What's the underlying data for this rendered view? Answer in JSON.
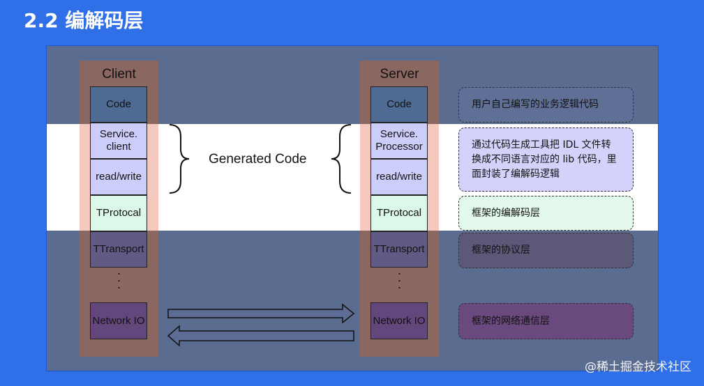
{
  "slide": {
    "title": "2.2 编解码层"
  },
  "client": {
    "label": "Client",
    "layers": [
      "Code",
      "Service.\nclient",
      "read/write",
      "TProtocal",
      "TTransport",
      "Network IO"
    ],
    "dots": "·\n·\n·"
  },
  "server": {
    "label": "Server",
    "layers": [
      "Code",
      "Service.\nProcessor",
      "read/write",
      "TProtocal",
      "TTransport",
      "Network IO"
    ],
    "dots": "·\n·\n·"
  },
  "generated": {
    "label": "Generated Code"
  },
  "notes": [
    "用户自己编写的业务逻辑代码",
    "通过代码生成工具把 IDL 文件转换成不同语言对应的 lib 代码，里面封装了编解码逻辑",
    "框架的编解码层",
    "框架的协议层",
    "框架的网络通信层"
  ],
  "footer": {
    "watermark": "@稀土掘金技术社区"
  },
  "colors": {
    "background": "#2f6fe8",
    "highlight_band": "#ffffff",
    "dim_overlay": "#5b6c91"
  },
  "icons": [
    "left-curly-brace-icon",
    "right-curly-brace-icon",
    "arrow-right-icon",
    "arrow-left-icon"
  ]
}
